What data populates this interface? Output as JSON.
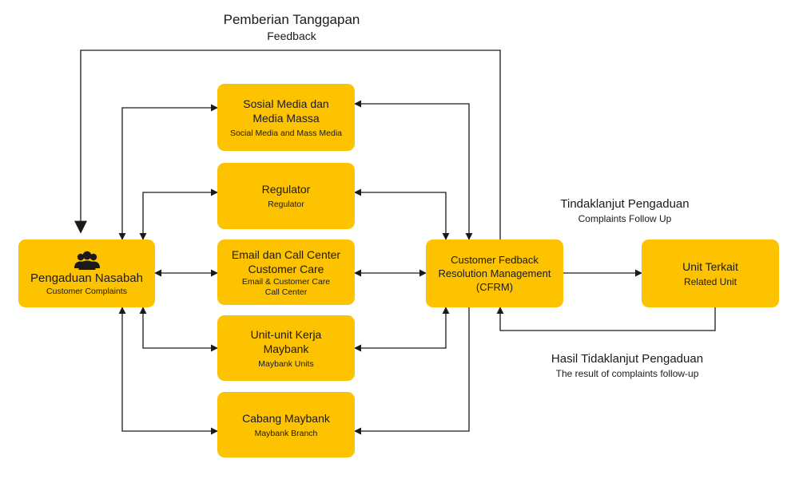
{
  "labels": {
    "feedback": {
      "main": "Pemberian Tanggapan",
      "sub": "Feedback"
    },
    "follow_up": {
      "main": "Tindaklanjut Pengaduan",
      "sub": "Complaints Follow Up"
    },
    "result": {
      "main": "Hasil Tidaklanjut Pengaduan",
      "sub": "The result of complaints follow-up"
    }
  },
  "nodes": {
    "customer": {
      "icon": "users-icon",
      "title": "Pengaduan Nasabah",
      "subtitle": "Customer Complaints"
    },
    "social": {
      "title": "Sosial Media dan\nMedia Massa",
      "subtitle": "Social Media and Mass Media"
    },
    "regulator": {
      "title": "Regulator",
      "subtitle": "Regulator"
    },
    "email": {
      "title": "Email dan Call Center\nCustomer Care",
      "subtitle": "Email & Customer Care\nCall Center"
    },
    "units": {
      "title": "Unit-unit Kerja\nMaybank",
      "subtitle": "Maybank Units"
    },
    "branch": {
      "title": "Cabang Maybank",
      "subtitle": "Maybank Branch"
    },
    "cfrm": {
      "title": "Customer Fedback\nResolution Management\n(CFRM)"
    },
    "related": {
      "title": "Unit Terkait",
      "subtitle": "Related Unit"
    }
  },
  "colors": {
    "box": "#fdc300",
    "line": "#1a1a1a"
  }
}
